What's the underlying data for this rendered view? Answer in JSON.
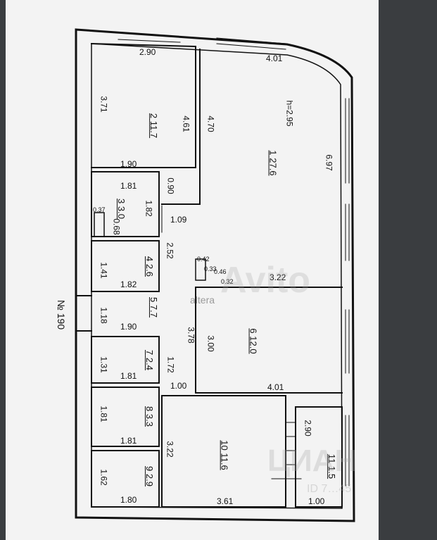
{
  "plan": {
    "house_number": "№ 190",
    "ceiling_height": "h=2.95",
    "rooms": [
      {
        "id": "room-1",
        "number": "1",
        "area": "27.6"
      },
      {
        "id": "room-2",
        "number": "2",
        "area": "11.7"
      },
      {
        "id": "room-3",
        "number": "3",
        "area": "3.0"
      },
      {
        "id": "room-4",
        "number": "4",
        "area": "2.6"
      },
      {
        "id": "room-5",
        "number": "5",
        "area": "7.7"
      },
      {
        "id": "room-6",
        "number": "6",
        "area": "12.0"
      },
      {
        "id": "room-7",
        "number": "7",
        "area": "2.4"
      },
      {
        "id": "room-8",
        "number": "8",
        "area": "3.3"
      },
      {
        "id": "room-9",
        "number": "9",
        "area": "2.9"
      },
      {
        "id": "room-10",
        "number": "10",
        "area": "11.6"
      },
      {
        "id": "room-11",
        "number": "11",
        "area": "1.5"
      }
    ],
    "dimensions": {
      "d1": "2.90",
      "d2": "4.01",
      "d3": "3.71",
      "d4": "4.61",
      "d5": "4.70",
      "d6": "6.97",
      "d7": "1.90",
      "d8": "0.90",
      "d9": "1.81",
      "d10": "1.82",
      "d11": "1.09",
      "d12": "0.37",
      "d13": "0.68",
      "d14": "2.52",
      "d15": "1.41",
      "d16": "1.82",
      "d17": "0.42",
      "d18": "0.33",
      "d19": "0.46",
      "d20": "0.32",
      "d21": "3.22",
      "d22": "1.18",
      "d23": "1.90",
      "d24": "3.78",
      "d25": "3.00",
      "d26": "1.31",
      "d27": "1.81",
      "d28": "1.72",
      "d29": "1.00",
      "d30": "4.01",
      "d31": "1.81",
      "d32": "1.81",
      "d33": "3.22",
      "d34": "2.90",
      "d35": "1.62",
      "d36": "1.80",
      "d37": "3.61",
      "d38": "1.00"
    }
  },
  "watermarks": {
    "w1": "altera",
    "w2": "Avito",
    "w3": "ЦИАН",
    "w4": "ID 7…45"
  }
}
